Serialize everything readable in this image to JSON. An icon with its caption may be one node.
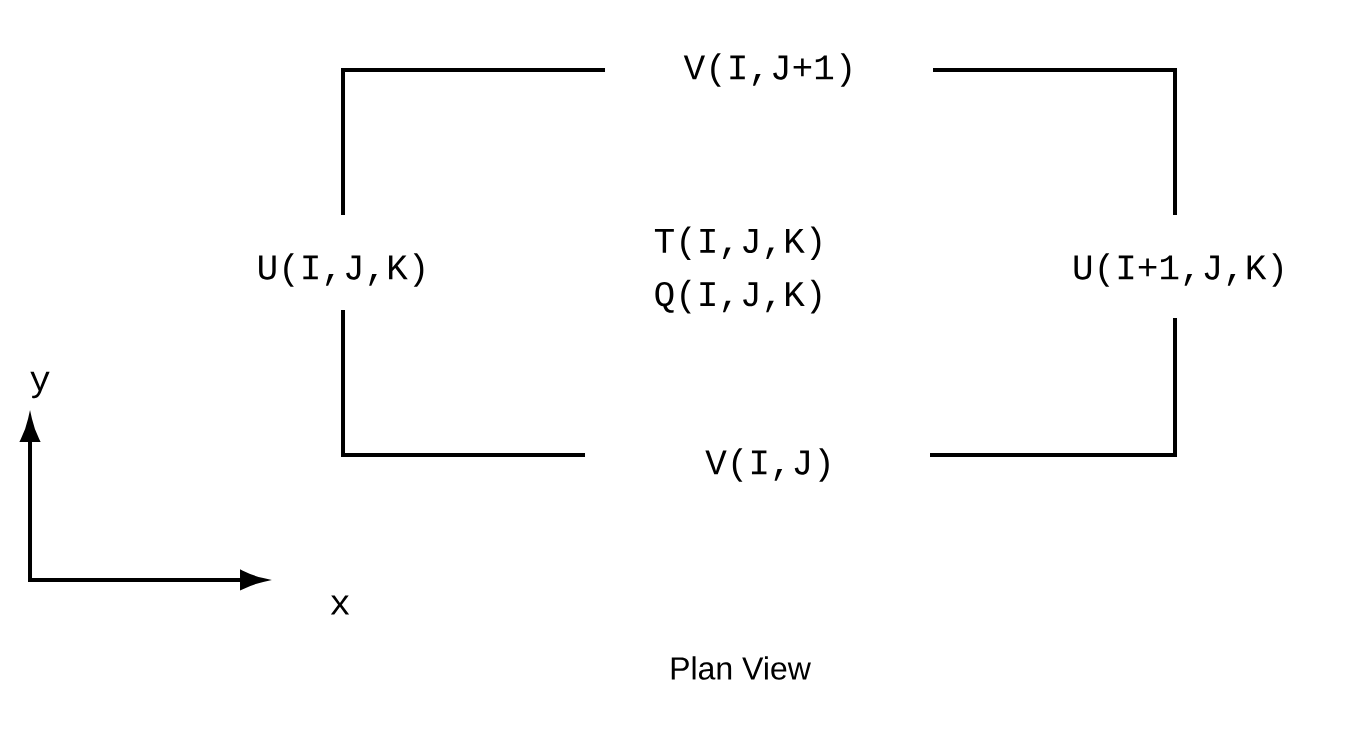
{
  "diagram": {
    "caption": "Plan View",
    "nodes": [
      {
        "text": [
          "T(I,J,K)",
          "Q(I,J,K)"
        ]
      }
    ],
    "edges": [],
    "labels": [
      "V(I,J+1)",
      "U(I,J,K)",
      "U(I+1,J,K)",
      "V(I,J)",
      "y",
      "x"
    ]
  }
}
